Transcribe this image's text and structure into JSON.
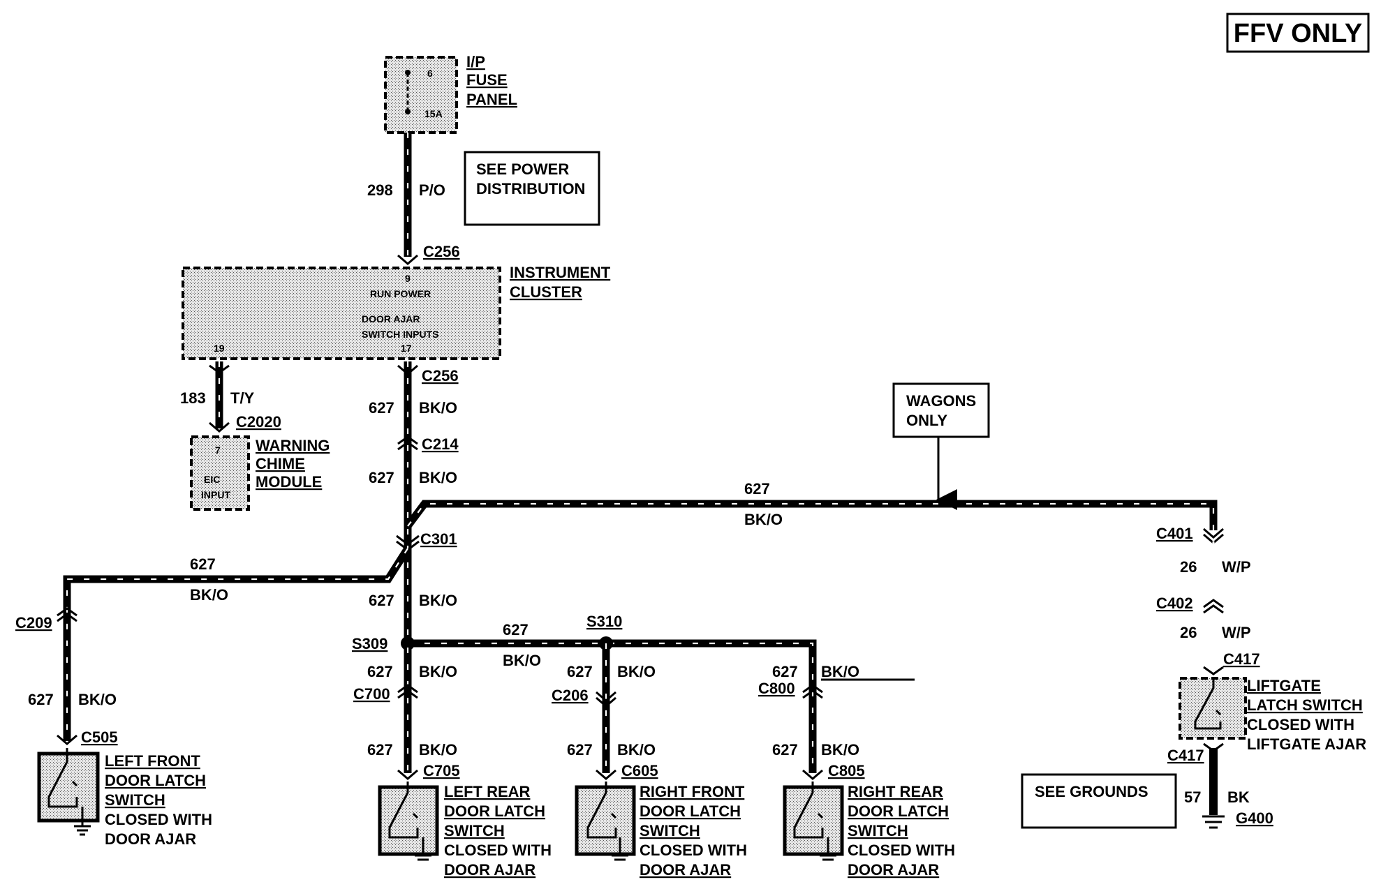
{
  "badge": "FFV ONLY",
  "fuse_panel": {
    "lines": [
      "I/P",
      "FUSE",
      "PANEL"
    ],
    "fuse_num": "6",
    "fuse_rating": "15A"
  },
  "see_power": {
    "lines": [
      "SEE POWER",
      "DISTRIBUTION"
    ]
  },
  "wire_298": {
    "num": "298",
    "color": "P/O"
  },
  "c256_top": "C256",
  "cluster": {
    "lines": [
      "INSTRUMENT",
      "CLUSTER"
    ],
    "pin_top": "9",
    "run_power": "RUN POWER",
    "door_ajar": "DOOR AJAR",
    "switch_inputs": "SWITCH INPUTS",
    "pin_19": "19",
    "pin_17": "17"
  },
  "c256_bottom": "C256",
  "wire_183": {
    "num": "183",
    "color": "T/Y"
  },
  "c2020": "C2020",
  "chime": {
    "lines": [
      "WARNING",
      "CHIME",
      "MODULE"
    ],
    "pin": "7",
    "input1": "EIC",
    "input2": "INPUT"
  },
  "w627_a": {
    "num": "627",
    "color": "BK/O"
  },
  "c214": "C214",
  "w627_b": {
    "num": "627",
    "color": "BK/O"
  },
  "wagons": {
    "lines": [
      "WAGONS",
      "ONLY"
    ]
  },
  "w627_top": {
    "num": "627",
    "color": "BK/O"
  },
  "c301": "C301",
  "w627_left": {
    "num": "627",
    "color": "BK/O"
  },
  "c209": "C209",
  "w627_lf": {
    "num": "627",
    "color": "BK/O"
  },
  "c505": "C505",
  "lf_switch": {
    "lines": [
      "LEFT FRONT",
      "DOOR LATCH",
      "SWITCH"
    ],
    "desc": [
      "CLOSED WITH",
      "DOOR AJAR"
    ]
  },
  "w627_c": {
    "num": "627",
    "color": "BK/O"
  },
  "s309": "S309",
  "s310": "S310",
  "w627_s": {
    "num": "627",
    "color": "BK/O"
  },
  "w627_lr1": {
    "num": "627",
    "color": "BK/O"
  },
  "c700": "C700",
  "w627_lr2": {
    "num": "627",
    "color": "BK/O"
  },
  "c705": "C705",
  "lr_switch": {
    "lines": [
      "LEFT REAR",
      "DOOR LATCH",
      "SWITCH"
    ],
    "desc": [
      "CLOSED WITH",
      "DOOR AJAR"
    ]
  },
  "w627_rf1": {
    "num": "627",
    "color": "BK/O"
  },
  "c206": "C206",
  "w627_rf2": {
    "num": "627",
    "color": "BK/O"
  },
  "c605": "C605",
  "rf_switch": {
    "lines": [
      "RIGHT FRONT",
      "DOOR LATCH",
      "SWITCH"
    ],
    "desc": [
      "CLOSED WITH",
      "DOOR AJAR"
    ]
  },
  "w627_rr1": {
    "num": "627",
    "color": "BK/O"
  },
  "c800": "C800",
  "w627_rr2": {
    "num": "627",
    "color": "BK/O"
  },
  "c805": "C805",
  "rr_switch": {
    "lines": [
      "RIGHT REAR",
      "DOOR LATCH",
      "SWITCH"
    ],
    "desc": [
      "CLOSED WITH",
      "DOOR AJAR"
    ]
  },
  "c401": "C401",
  "w26_a": {
    "num": "26",
    "color": "W/P"
  },
  "c402": "C402",
  "w26_b": {
    "num": "26",
    "color": "W/P"
  },
  "c417_top": "C417",
  "liftgate": {
    "lines": [
      "LIFTGATE",
      "LATCH SWITCH"
    ],
    "desc": [
      "CLOSED WITH",
      "LIFTGATE AJAR"
    ]
  },
  "c417_bottom": "C417",
  "see_grounds": "SEE GROUNDS",
  "w57": {
    "num": "57",
    "color": "BK"
  },
  "g400": "G400"
}
